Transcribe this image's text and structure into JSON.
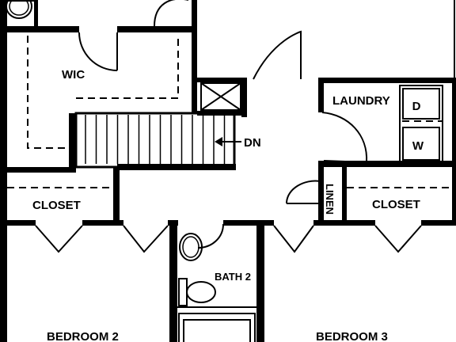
{
  "rooms": {
    "wic": "WIC",
    "laundry": "LAUNDRY",
    "dn": "DN",
    "closet_left": "CLOSET",
    "closet_right": "CLOSET",
    "linen": "LINEN",
    "bath2": "BATH 2",
    "bedroom2": "BEDROOM 2",
    "bedroom3": "BEDROOM 3"
  },
  "appliances": {
    "dryer": "D",
    "washer": "W"
  }
}
